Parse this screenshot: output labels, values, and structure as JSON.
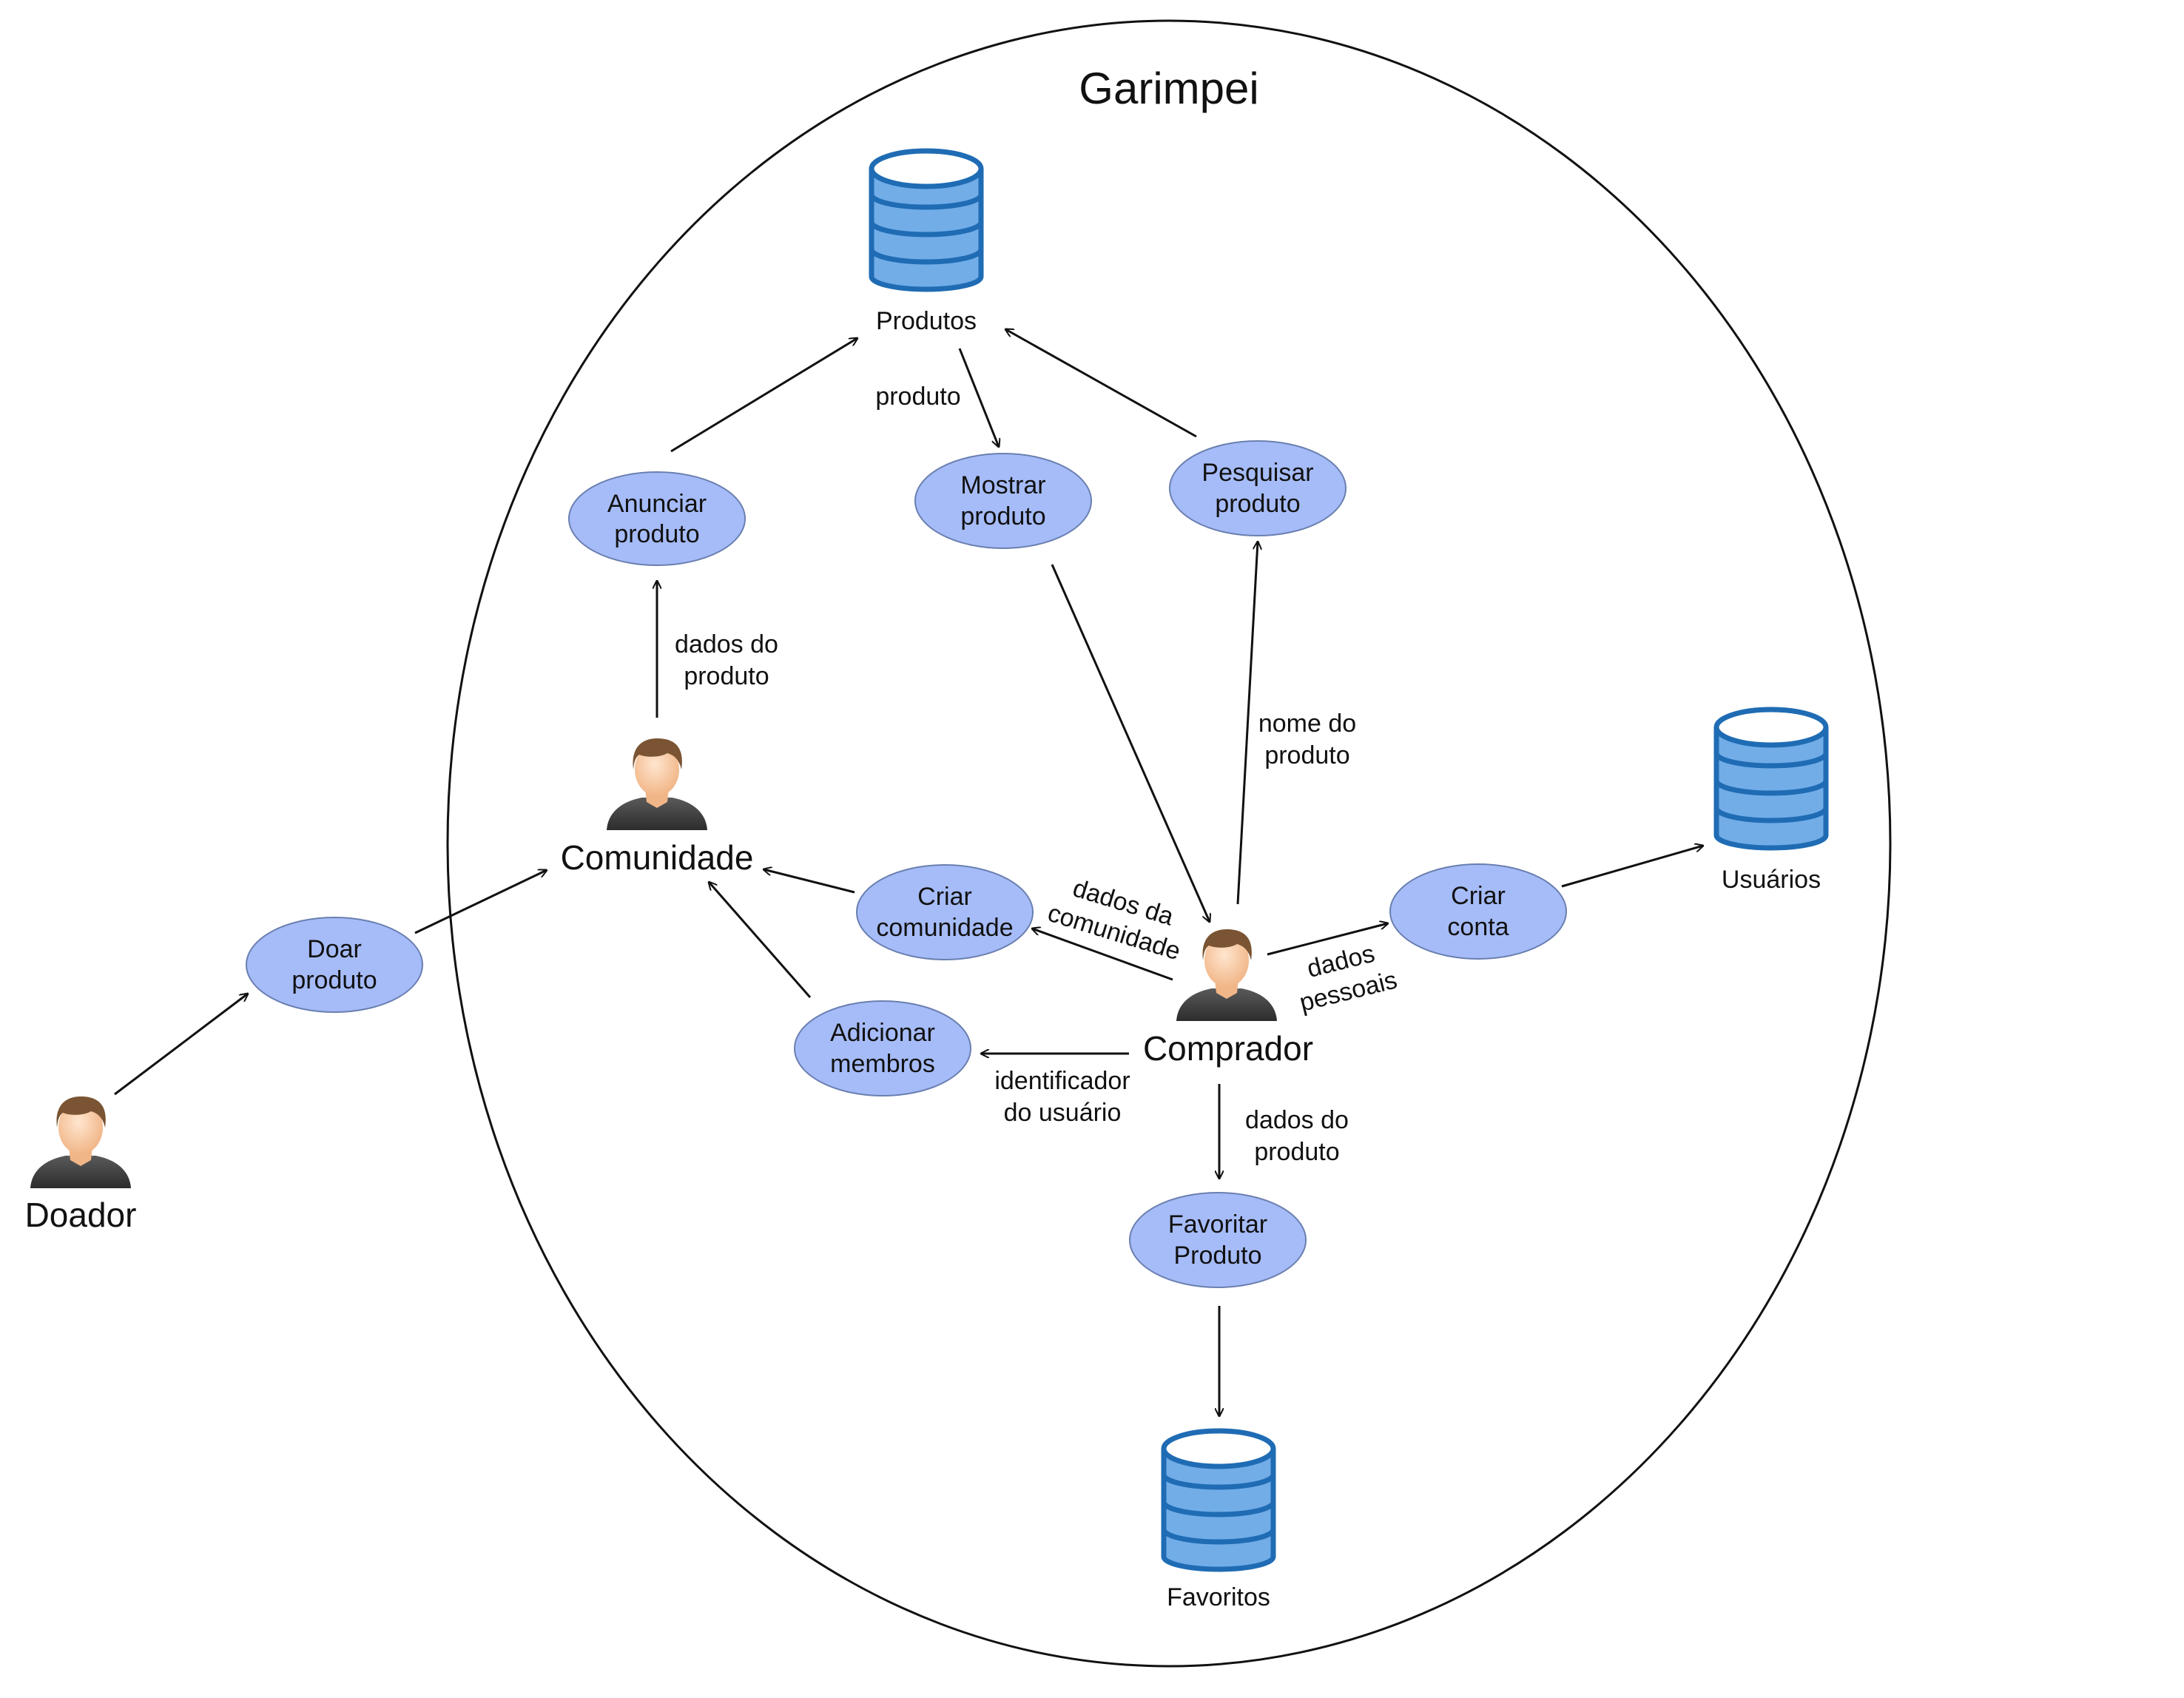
{
  "title": "Garimpei",
  "colors": {
    "process_fill": "#a6bcf8",
    "process_stroke": "#6a7fb0",
    "db_fill": "#72ade8",
    "db_stroke": "#1f6cb4",
    "line": "#111111"
  },
  "actors": {
    "comunidade": {
      "label": "Comunidade",
      "icon": "user-icon"
    },
    "comprador": {
      "label": "Comprador",
      "icon": "user-icon"
    },
    "doador": {
      "label": "Doador",
      "icon": "user-icon"
    }
  },
  "processes": {
    "anunciar": [
      "Anunciar",
      "produto"
    ],
    "mostrar": [
      "Mostrar",
      "produto"
    ],
    "pesquisar": [
      "Pesquisar",
      "produto"
    ],
    "criar_comunidade": [
      "Criar",
      "comunidade"
    ],
    "adicionar_membros": [
      "Adicionar",
      "membros"
    ],
    "criar_conta": [
      "Criar",
      "conta"
    ],
    "favoritar": [
      "Favoritar",
      "Produto"
    ],
    "doar": [
      "Doar",
      "produto"
    ]
  },
  "stores": {
    "produtos": {
      "label": "Produtos",
      "icon": "database-icon"
    },
    "usuarios": {
      "label": "Usuários",
      "icon": "database-icon"
    },
    "favoritos": {
      "label": "Favoritos",
      "icon": "database-icon"
    }
  },
  "flows": {
    "produto": [
      "produto"
    ],
    "dados_produto_anunciar": [
      "dados do",
      "produto"
    ],
    "nome_produto": [
      "nome do",
      "produto"
    ],
    "dados_comunidade": [
      "dados da",
      "comunidade"
    ],
    "dados_pessoais": [
      "dados",
      "pessoais"
    ],
    "identificador": [
      "identificador",
      "do usuário"
    ],
    "dados_produto_favoritar": [
      "dados do",
      "produto"
    ]
  }
}
